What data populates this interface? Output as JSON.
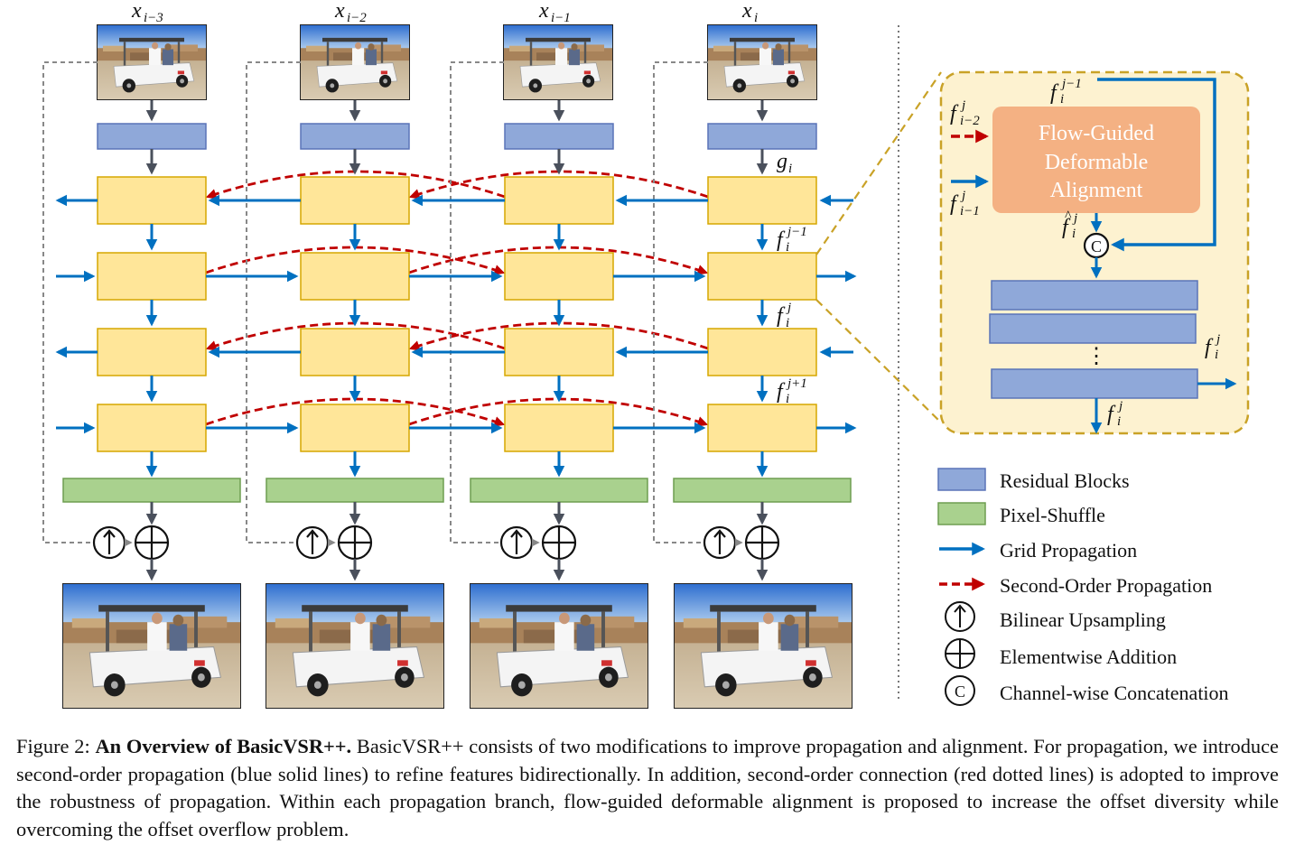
{
  "frames": [
    {
      "input_label": "x",
      "input_sub": "i−3"
    },
    {
      "input_label": "x",
      "input_sub": "i−2"
    },
    {
      "input_label": "x",
      "input_sub": "i−1"
    },
    {
      "input_label": "x",
      "input_sub": "i"
    }
  ],
  "annotations": {
    "g": "g",
    "g_sub": "i",
    "f": "f",
    "f_jm1_sup": "j−1",
    "f_jm1_sub": "i",
    "f_j_sup": "j",
    "f_j_sub": "i",
    "f_jp1_sup": "j+1",
    "f_jp1_sub": "i"
  },
  "detail": {
    "module_lines": [
      "Flow-Guided",
      "Deformable",
      "Alignment"
    ],
    "in_top_sup": "j−1",
    "in_top_sub": "i",
    "in_red_sup": "j",
    "in_red_sub": "i−2",
    "in_blue_sup": "j",
    "in_blue_sub": "i−1",
    "fhat_sup": "j",
    "fhat_sub": "i",
    "concat_symbol": "C",
    "dots": "⋮",
    "out_right_sup": "j",
    "out_right_sub": "i",
    "out_bottom_sup": "j",
    "out_bottom_sub": "i"
  },
  "legend": [
    {
      "kind": "box",
      "color": "#8fa8d9",
      "label": "Residual Blocks"
    },
    {
      "kind": "box",
      "color": "#a9d18e",
      "label": "Pixel-Shuffle"
    },
    {
      "kind": "blue-arrow",
      "color": "#0070c0",
      "label": "Grid Propagation"
    },
    {
      "kind": "red-dashed-arrow",
      "color": "#c00000",
      "label": "Second-Order Propagation"
    },
    {
      "kind": "up-circle",
      "label": "Bilinear Upsampling"
    },
    {
      "kind": "plus-circle",
      "label": "Elementwise Addition"
    },
    {
      "kind": "c-circle",
      "label": "Channel-wise Concatenation",
      "symbol": "C"
    }
  ],
  "caption": {
    "prefix": "Figure 2: ",
    "title": "An Overview of BasicVSR++.",
    "body": " BasicVSR++ consists of two modifications to improve propagation and alignment. For propagation, we introduce second-order propagation (blue solid lines) to refine features bidirectionally. In addition, second-order connection (red dotted lines) is adopted to improve the robustness of propagation. Within each propagation branch, flow-guided deformable alignment is proposed to increase the offset diversity while overcoming the offset overflow problem."
  },
  "colors": {
    "residual": "#8fa8d9",
    "residual_stroke": "#5a74b8",
    "propagation": "#ffe699",
    "propagation_stroke": "#d6a700",
    "pixel_shuffle": "#a9d18e",
    "pixel_shuffle_stroke": "#6e9e50",
    "blue": "#0070c0",
    "red": "#c00000",
    "gray": "#555a66",
    "detail_bg": "#fdf2d0",
    "detail_border": "#c9a227",
    "module": "#f4b183"
  }
}
